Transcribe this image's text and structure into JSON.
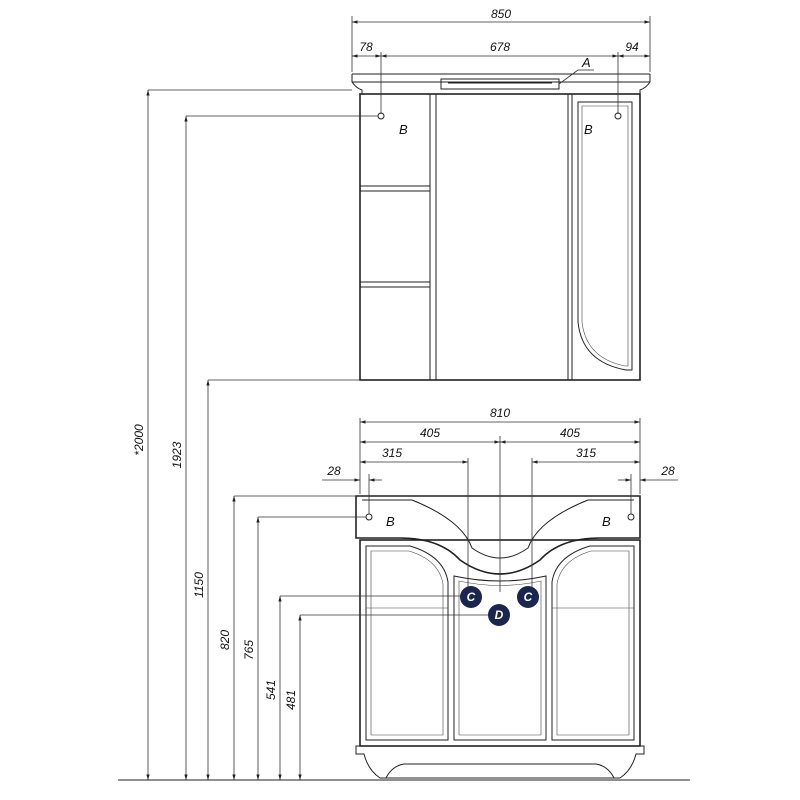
{
  "dimensions": {
    "top_total": "850",
    "top_left": "78",
    "top_mid": "678",
    "top_right": "94",
    "base_total": "810",
    "base_half_left": "405",
    "base_half_right": "405",
    "base_inner_left": "315",
    "base_inner_right": "315",
    "base_edge_left": "28",
    "base_edge_right": "28",
    "height_total": "*2000",
    "height_1923": "1923",
    "height_1150": "1150",
    "height_820": "820",
    "height_765": "765",
    "height_541": "541",
    "height_481": "481"
  },
  "markers": {
    "a": "A",
    "b": "B",
    "c": "C",
    "d": "D"
  },
  "colors": {
    "line": "#222222",
    "marker_fill": "#1a2550",
    "marker_text": "#ffffff"
  }
}
